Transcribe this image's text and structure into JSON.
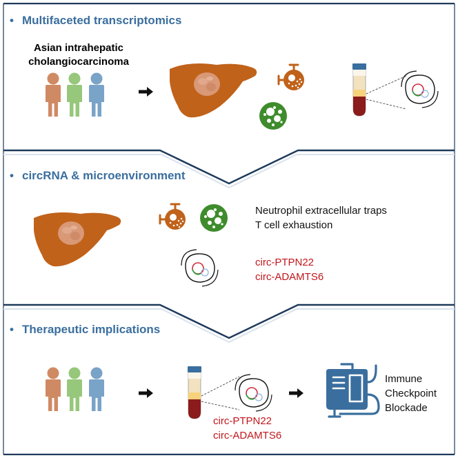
{
  "sections": [
    {
      "title": "Multifaceted transcriptomics"
    },
    {
      "title": "circRNA & microenvironment"
    },
    {
      "title": "Therapeutic implications"
    }
  ],
  "section1": {
    "cohort_line1": "Asian intrahepatic",
    "cohort_line2": "cholangiocarcinoma"
  },
  "section2": {
    "features": [
      "Neutrophil extracellular traps",
      "T cell exhaustion"
    ],
    "circrnas": [
      "circ-PTPN22",
      "circ-ADAMTS6"
    ]
  },
  "section3": {
    "circrnas": [
      "circ-PTPN22",
      "circ-ADAMTS6"
    ],
    "therapy": [
      "Immune",
      "Checkpoint",
      "Blockade"
    ]
  },
  "colors": {
    "heading": "#3a6e9e",
    "liver": "#c0621a",
    "neutrophil": "#c0621a",
    "tcell": "#3e8c2c",
    "circ_text": "#c0171c",
    "person_orange": "#cf8a64",
    "person_green": "#96c77b",
    "person_blue": "#7aa3c8",
    "iv_bag": "#3a6e9e"
  },
  "icons": [
    "people-icon",
    "arrow-right-icon",
    "liver-icon",
    "neutrophil-icon",
    "t-cell-icon",
    "blood-tube-icon",
    "cell-circrna-icon",
    "iv-bag-icon"
  ]
}
